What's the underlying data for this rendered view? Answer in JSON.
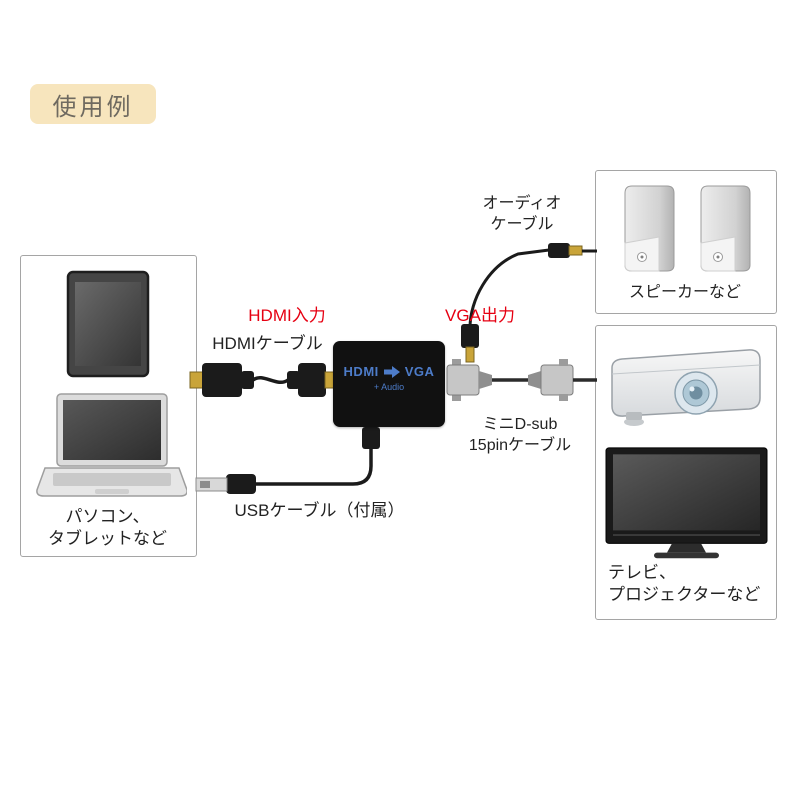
{
  "badge": {
    "label": "使用例"
  },
  "boxes": {
    "pc": {
      "label": "パソコン、\nタブレットなど"
    },
    "speakers": {
      "label": "スピーカーなど"
    },
    "tv": {
      "label": "テレビ、\nプロジェクターなど"
    }
  },
  "annotations": {
    "hdmi_input": "HDMI入力",
    "hdmi_cable": "HDMIケーブル",
    "vga_output": "VGA出力",
    "audio_cable": "オーディオ\nケーブル",
    "dsub_cable": "ミニD-sub\n15pinケーブル",
    "usb_cable": "USBケーブル（付属）"
  },
  "converter": {
    "input": "HDMI",
    "output": "VGA",
    "audio": "+ Audio"
  },
  "colors": {
    "accent_red": "#e60012",
    "badge_bg": "#f7e5bd",
    "badge_text": "#6f6a60",
    "converter_bg": "#111111",
    "converter_text": "#4d7cc9",
    "box_border": "#a5a5a5",
    "cable_black": "#1b1b1b",
    "plug_gold": "#c9a439"
  }
}
